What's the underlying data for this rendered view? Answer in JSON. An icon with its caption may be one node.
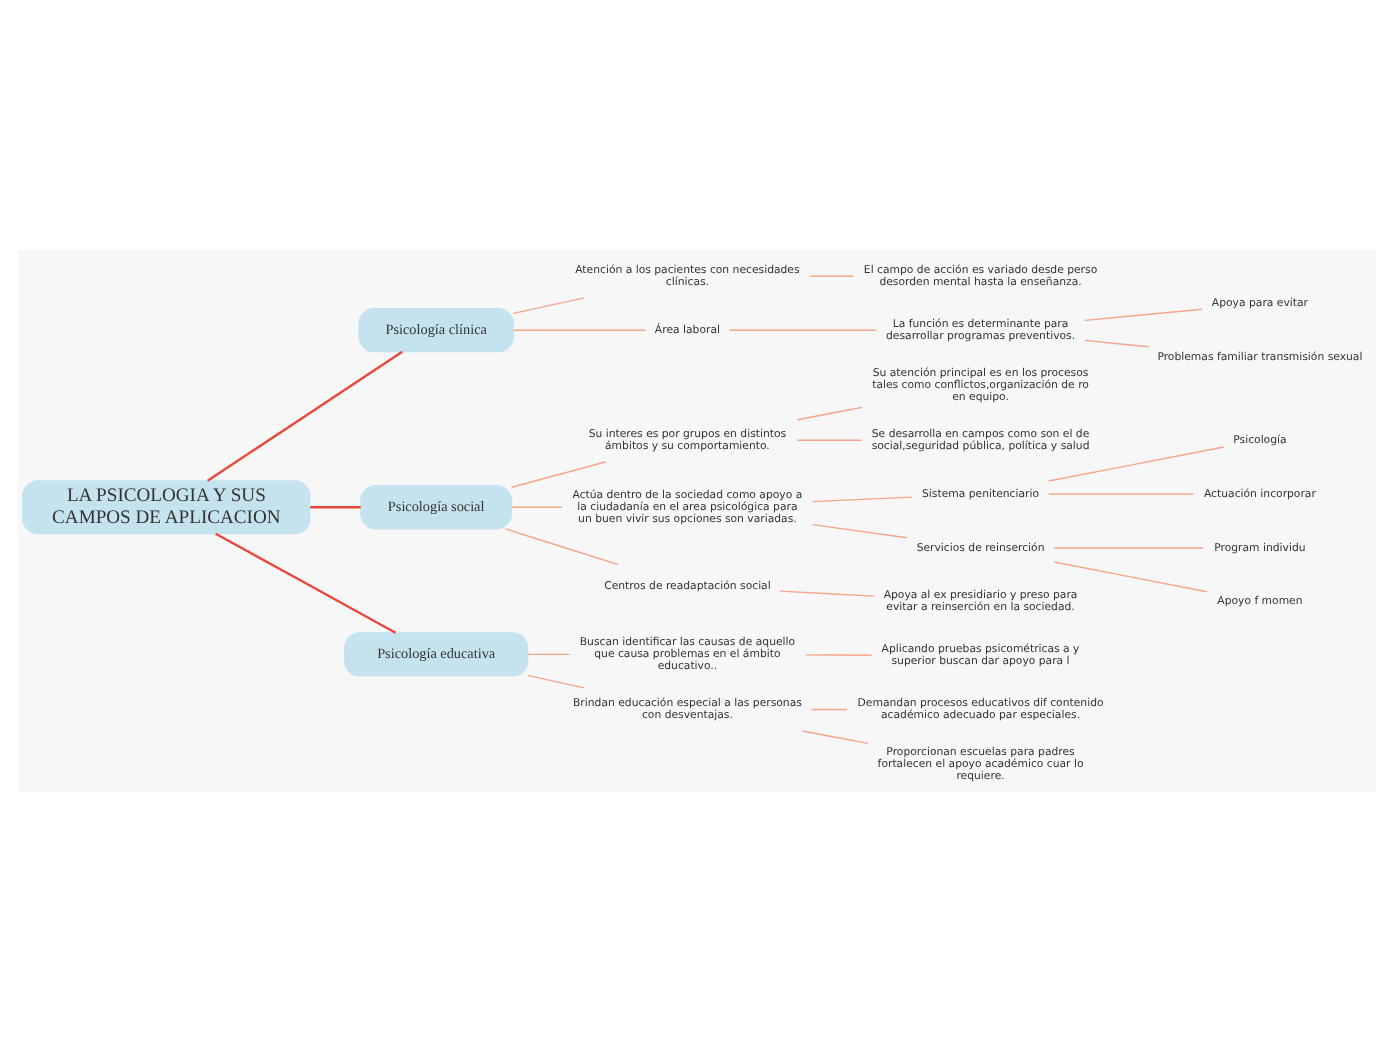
{
  "diagram": {
    "nodes": [
      {
        "text": [
          "LA PSICOLOGIA Y SUS CAMPOS DE APLICACION"
        ]
      },
      {
        "text": [
          "Psicología clínica"
        ]
      },
      {
        "text": [
          "Atención a los pacientes con necesidades clínicas."
        ]
      },
      {
        "text": [
          "El campo de acción es variado desde perso desorden mental hasta la enseñanza."
        ]
      },
      {
        "text": [
          "Área laboral"
        ]
      },
      {
        "text": [
          "La función es determinante para desarrollar programas preventivos."
        ]
      },
      {
        "text": [
          "Apoya para evitar"
        ]
      },
      {
        "text": [
          "Problemas familiar transmisión sexual"
        ]
      },
      {
        "text": [
          "Psicología social"
        ]
      },
      {
        "text": [
          "Su interes es por grupos en distintos ámbitos y su comportamiento."
        ]
      },
      {
        "text": [
          "Su atención principal es en los procesos tales como conflictos,organización de ro en equipo."
        ]
      },
      {
        "text": [
          "Se desarrolla en campos como son el de social,seguridad pública, política y salud"
        ]
      },
      {
        "text": [
          "Actúa dentro de la sociedad como apoyo a la ciudadanía en el area psicológica para un buen vivir sus opciones son variadas."
        ]
      },
      {
        "text": [
          "Sistema penitenciario"
        ]
      },
      {
        "text": [
          "Psicología"
        ]
      },
      {
        "text": [
          "Actuación incorporar"
        ]
      },
      {
        "text": [
          "Servicios de reinserción"
        ]
      },
      {
        "text": [
          "Program individu"
        ]
      },
      {
        "text": [
          "Apoyo f momen"
        ]
      },
      {
        "text": [
          "Centros de readaptación social"
        ]
      },
      {
        "text": [
          "Apoya al ex presidiario y preso para evitar a reinserción en la sociedad."
        ]
      },
      {
        "text": [
          "Psicología educativa"
        ]
      },
      {
        "text": [
          "Buscan identificar las causas de aquello que causa problemas en el ámbito educativo.."
        ]
      },
      {
        "text": [
          "Aplicando pruebas psicométricas a y superior buscan dar apoyo para l"
        ]
      },
      {
        "text": [
          "Brindan educación especial a las personas con desventajas."
        ]
      },
      {
        "text": [
          "Demandan procesos educativos dif contenido académico adecuado par especiales."
        ]
      },
      {
        "text": [
          "Proporcionan escuelas para padres fortalecen el apoyo académico cuar lo requiere."
        ]
      }
    ],
    "edges": [
      {
        "from": 0,
        "to": 1,
        "arrow": "none",
        "color": "#e8473a"
      },
      {
        "from": 0,
        "to": 8,
        "arrow": "none",
        "color": "#e8473a"
      },
      {
        "from": 0,
        "to": 21,
        "arrow": "none",
        "color": "#e8473a"
      },
      {
        "from": 1,
        "to": 2,
        "arrow": "none"
      },
      {
        "from": 2,
        "to": 3,
        "arrow": "none"
      },
      {
        "from": 1,
        "to": 4,
        "arrow": "none"
      },
      {
        "from": 4,
        "to": 5,
        "arrow": "none"
      },
      {
        "from": 5,
        "to": 6,
        "arrow": "none"
      },
      {
        "from": 5,
        "to": 7,
        "arrow": "none"
      },
      {
        "from": 8,
        "to": 9,
        "arrow": "none"
      },
      {
        "from": 9,
        "to": 10,
        "arrow": "none"
      },
      {
        "from": 9,
        "to": 11,
        "arrow": "none"
      },
      {
        "from": 8,
        "to": 12,
        "arrow": "none"
      },
      {
        "from": 12,
        "to": 13,
        "arrow": "none"
      },
      {
        "from": 13,
        "to": 14,
        "arrow": "none"
      },
      {
        "from": 13,
        "to": 15,
        "arrow": "none"
      },
      {
        "from": 12,
        "to": 16,
        "arrow": "none"
      },
      {
        "from": 16,
        "to": 17,
        "arrow": "none"
      },
      {
        "from": 16,
        "to": 18,
        "arrow": "none"
      },
      {
        "from": 8,
        "to": 19,
        "arrow": "none"
      },
      {
        "from": 19,
        "to": 20,
        "arrow": "none"
      },
      {
        "from": 21,
        "to": 22,
        "arrow": "none"
      },
      {
        "from": 22,
        "to": 23,
        "arrow": "none"
      },
      {
        "from": 21,
        "to": 24,
        "arrow": "none"
      },
      {
        "from": 24,
        "to": 25,
        "arrow": "none"
      },
      {
        "from": 24,
        "to": 26,
        "arrow": "none"
      }
    ]
  }
}
